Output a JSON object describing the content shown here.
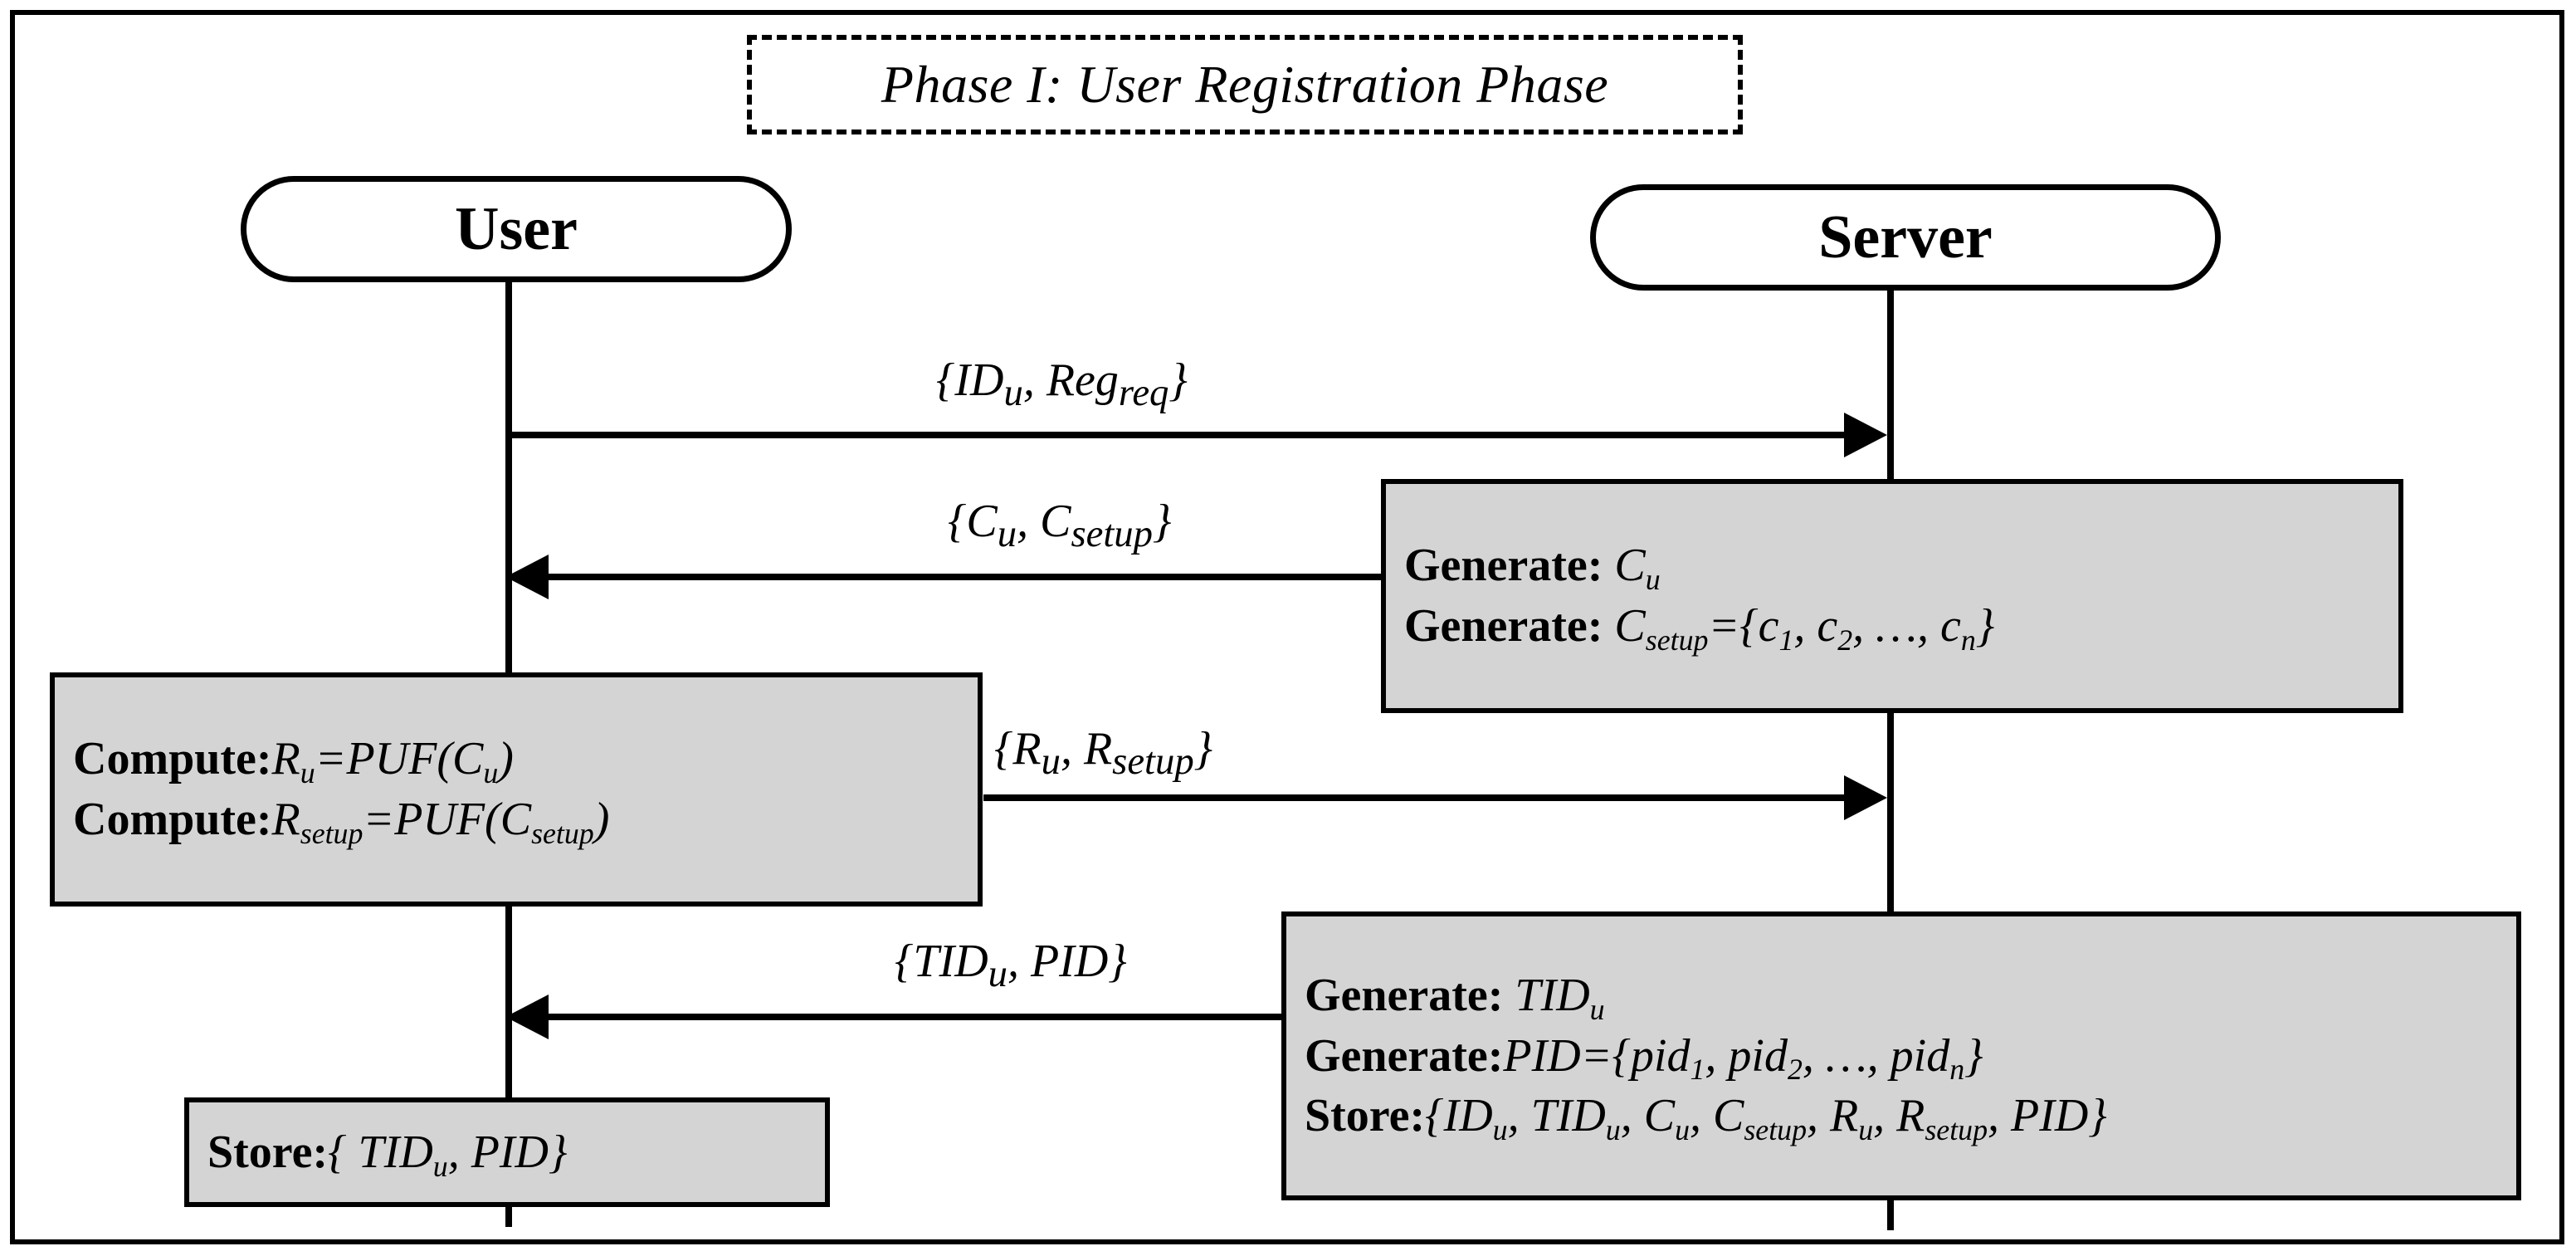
{
  "diagram": {
    "title": "Phase I: User Registration Phase",
    "type": "sequence-diagram",
    "grey_fill": "#d4d4d4",
    "line_color": "#000000",
    "background": "#ffffff"
  },
  "actors": [
    {
      "id": "user",
      "label": "User"
    },
    {
      "id": "server",
      "label": "Server"
    }
  ],
  "messages": [
    {
      "id": "msg1",
      "from": "user",
      "to": "server",
      "direction": "right",
      "label_parts": [
        {
          "t": "{",
          "s": "mv"
        },
        {
          "t": "ID",
          "s": "mv"
        },
        {
          "t": "u",
          "s": "sub"
        },
        {
          "t": ", ",
          "s": "mv"
        },
        {
          "t": "Reg",
          "s": "mv"
        },
        {
          "t": "req",
          "s": "sub"
        },
        {
          "t": "}",
          "s": "mv"
        }
      ],
      "label_plain": "{IDu, Regreq}"
    },
    {
      "id": "msg2",
      "from": "server",
      "to": "user",
      "direction": "left",
      "label_parts": [
        {
          "t": "{",
          "s": "mv"
        },
        {
          "t": "C",
          "s": "mv"
        },
        {
          "t": "u",
          "s": "sub"
        },
        {
          "t": ",  ",
          "s": "mv"
        },
        {
          "t": "C",
          "s": "mv"
        },
        {
          "t": "setup",
          "s": "sub"
        },
        {
          "t": "}",
          "s": "mv"
        }
      ],
      "label_plain": "{Cu,  Csetup}"
    },
    {
      "id": "msg3",
      "from": "user",
      "to": "server",
      "direction": "right",
      "label_parts": [
        {
          "t": "{",
          "s": "mv"
        },
        {
          "t": "R",
          "s": "mv"
        },
        {
          "t": "u",
          "s": "sub"
        },
        {
          "t": ",  ",
          "s": "mv"
        },
        {
          "t": "R",
          "s": "mv"
        },
        {
          "t": "setup",
          "s": "sub"
        },
        {
          "t": "}",
          "s": "mv"
        }
      ],
      "label_plain": "{Ru,  Rsetup}"
    },
    {
      "id": "msg4",
      "from": "server",
      "to": "user",
      "direction": "left",
      "label_parts": [
        {
          "t": "{",
          "s": "mv"
        },
        {
          "t": "TID",
          "s": "mv"
        },
        {
          "t": "u",
          "s": "sub"
        },
        {
          "t": ",   ",
          "s": "mv"
        },
        {
          "t": "PID",
          "s": "mv"
        },
        {
          "t": "}",
          "s": "mv"
        }
      ],
      "label_plain": "{TIDu,   PID}"
    }
  ],
  "notes": [
    {
      "id": "note-server-1",
      "owner": "server",
      "lines": [
        {
          "plain": "Generate: Cu",
          "parts": [
            {
              "t": "Generate: ",
              "s": "kw"
            },
            {
              "t": "C",
              "s": "mv"
            },
            {
              "t": "u",
              "s": "sub"
            }
          ]
        },
        {
          "plain": "Generate: Csetup={c1,  c2,  ...,  cn}",
          "parts": [
            {
              "t": "Generate: ",
              "s": "kw"
            },
            {
              "t": "C",
              "s": "mv"
            },
            {
              "t": "setup",
              "s": "sub"
            },
            {
              "t": "={",
              "s": "mv"
            },
            {
              "t": "c",
              "s": "mv"
            },
            {
              "t": "1",
              "s": "sub"
            },
            {
              "t": ",  ",
              "s": "mv"
            },
            {
              "t": "c",
              "s": "mv"
            },
            {
              "t": "2",
              "s": "sub"
            },
            {
              "t": ",  …,  ",
              "s": "mv"
            },
            {
              "t": "c",
              "s": "mv"
            },
            {
              "t": "n",
              "s": "sub"
            },
            {
              "t": "}",
              "s": "mv"
            }
          ]
        }
      ]
    },
    {
      "id": "note-user-1",
      "owner": "user",
      "lines": [
        {
          "plain": "Compute:Ru=PUF(Cu)",
          "parts": [
            {
              "t": "Compute:",
              "s": "kw"
            },
            {
              "t": "R",
              "s": "mv"
            },
            {
              "t": "u",
              "s": "sub"
            },
            {
              "t": "=",
              "s": "mv"
            },
            {
              "t": "PUF",
              "s": "mv"
            },
            {
              "t": "(",
              "s": "mv"
            },
            {
              "t": "C",
              "s": "mv"
            },
            {
              "t": "u",
              "s": "sub"
            },
            {
              "t": ")",
              "s": "mv"
            }
          ]
        },
        {
          "plain": "Compute:Rsetup=PUF(Csetup)",
          "parts": [
            {
              "t": "Compute:",
              "s": "kw"
            },
            {
              "t": "R",
              "s": "mv"
            },
            {
              "t": "setup",
              "s": "sub"
            },
            {
              "t": "=",
              "s": "mv"
            },
            {
              "t": "PUF",
              "s": "mv"
            },
            {
              "t": "(",
              "s": "mv"
            },
            {
              "t": "C",
              "s": "mv"
            },
            {
              "t": "setup",
              "s": "sub"
            },
            {
              "t": ")",
              "s": "mv"
            }
          ]
        }
      ]
    },
    {
      "id": "note-server-2",
      "owner": "server",
      "lines": [
        {
          "plain": "Generate: TIDu",
          "parts": [
            {
              "t": "Generate: ",
              "s": "kw"
            },
            {
              "t": "TID",
              "s": "mv"
            },
            {
              "t": "u",
              "s": "sub"
            }
          ]
        },
        {
          "plain": "Generate:PID={pid1,  pid2,  ...,  pidn}",
          "parts": [
            {
              "t": "Generate:",
              "s": "kw"
            },
            {
              "t": "PID",
              "s": "mv"
            },
            {
              "t": "={",
              "s": "mv"
            },
            {
              "t": "pid",
              "s": "mv"
            },
            {
              "t": "1",
              "s": "sub"
            },
            {
              "t": ",  ",
              "s": "mv"
            },
            {
              "t": "pid",
              "s": "mv"
            },
            {
              "t": "2",
              "s": "sub"
            },
            {
              "t": ",  …,  ",
              "s": "mv"
            },
            {
              "t": "pid",
              "s": "mv"
            },
            {
              "t": "n",
              "s": "sub"
            },
            {
              "t": "}",
              "s": "mv"
            }
          ]
        },
        {
          "plain": "Store:{IDu, TIDu, Cu, Csetup, Ru, Rsetup, PID}",
          "parts": [
            {
              "t": "Store:",
              "s": "kw"
            },
            {
              "t": "{",
              "s": "mv"
            },
            {
              "t": "ID",
              "s": "mv"
            },
            {
              "t": "u",
              "s": "sub"
            },
            {
              "t": ", ",
              "s": "mv"
            },
            {
              "t": "TID",
              "s": "mv"
            },
            {
              "t": "u",
              "s": "sub"
            },
            {
              "t": ", ",
              "s": "mv"
            },
            {
              "t": "C",
              "s": "mv"
            },
            {
              "t": "u",
              "s": "sub"
            },
            {
              "t": ", ",
              "s": "mv"
            },
            {
              "t": "C",
              "s": "mv"
            },
            {
              "t": "setup",
              "s": "sub"
            },
            {
              "t": ", ",
              "s": "mv"
            },
            {
              "t": "R",
              "s": "mv"
            },
            {
              "t": "u",
              "s": "sub"
            },
            {
              "t": ", ",
              "s": "mv"
            },
            {
              "t": "R",
              "s": "mv"
            },
            {
              "t": "setup",
              "s": "sub"
            },
            {
              "t": ", ",
              "s": "mv"
            },
            {
              "t": "PID",
              "s": "mv"
            },
            {
              "t": "}",
              "s": "mv"
            }
          ]
        }
      ]
    },
    {
      "id": "note-user-2",
      "owner": "user",
      "lines": [
        {
          "plain": "Store:{ TIDu,  PID}",
          "parts": [
            {
              "t": "Store:",
              "s": "kw"
            },
            {
              "t": "{ ",
              "s": "mv"
            },
            {
              "t": "TID",
              "s": "mv"
            },
            {
              "t": "u",
              "s": "sub"
            },
            {
              "t": ",  ",
              "s": "mv"
            },
            {
              "t": "PID",
              "s": "mv"
            },
            {
              "t": "}",
              "s": "mv"
            }
          ]
        }
      ]
    }
  ]
}
